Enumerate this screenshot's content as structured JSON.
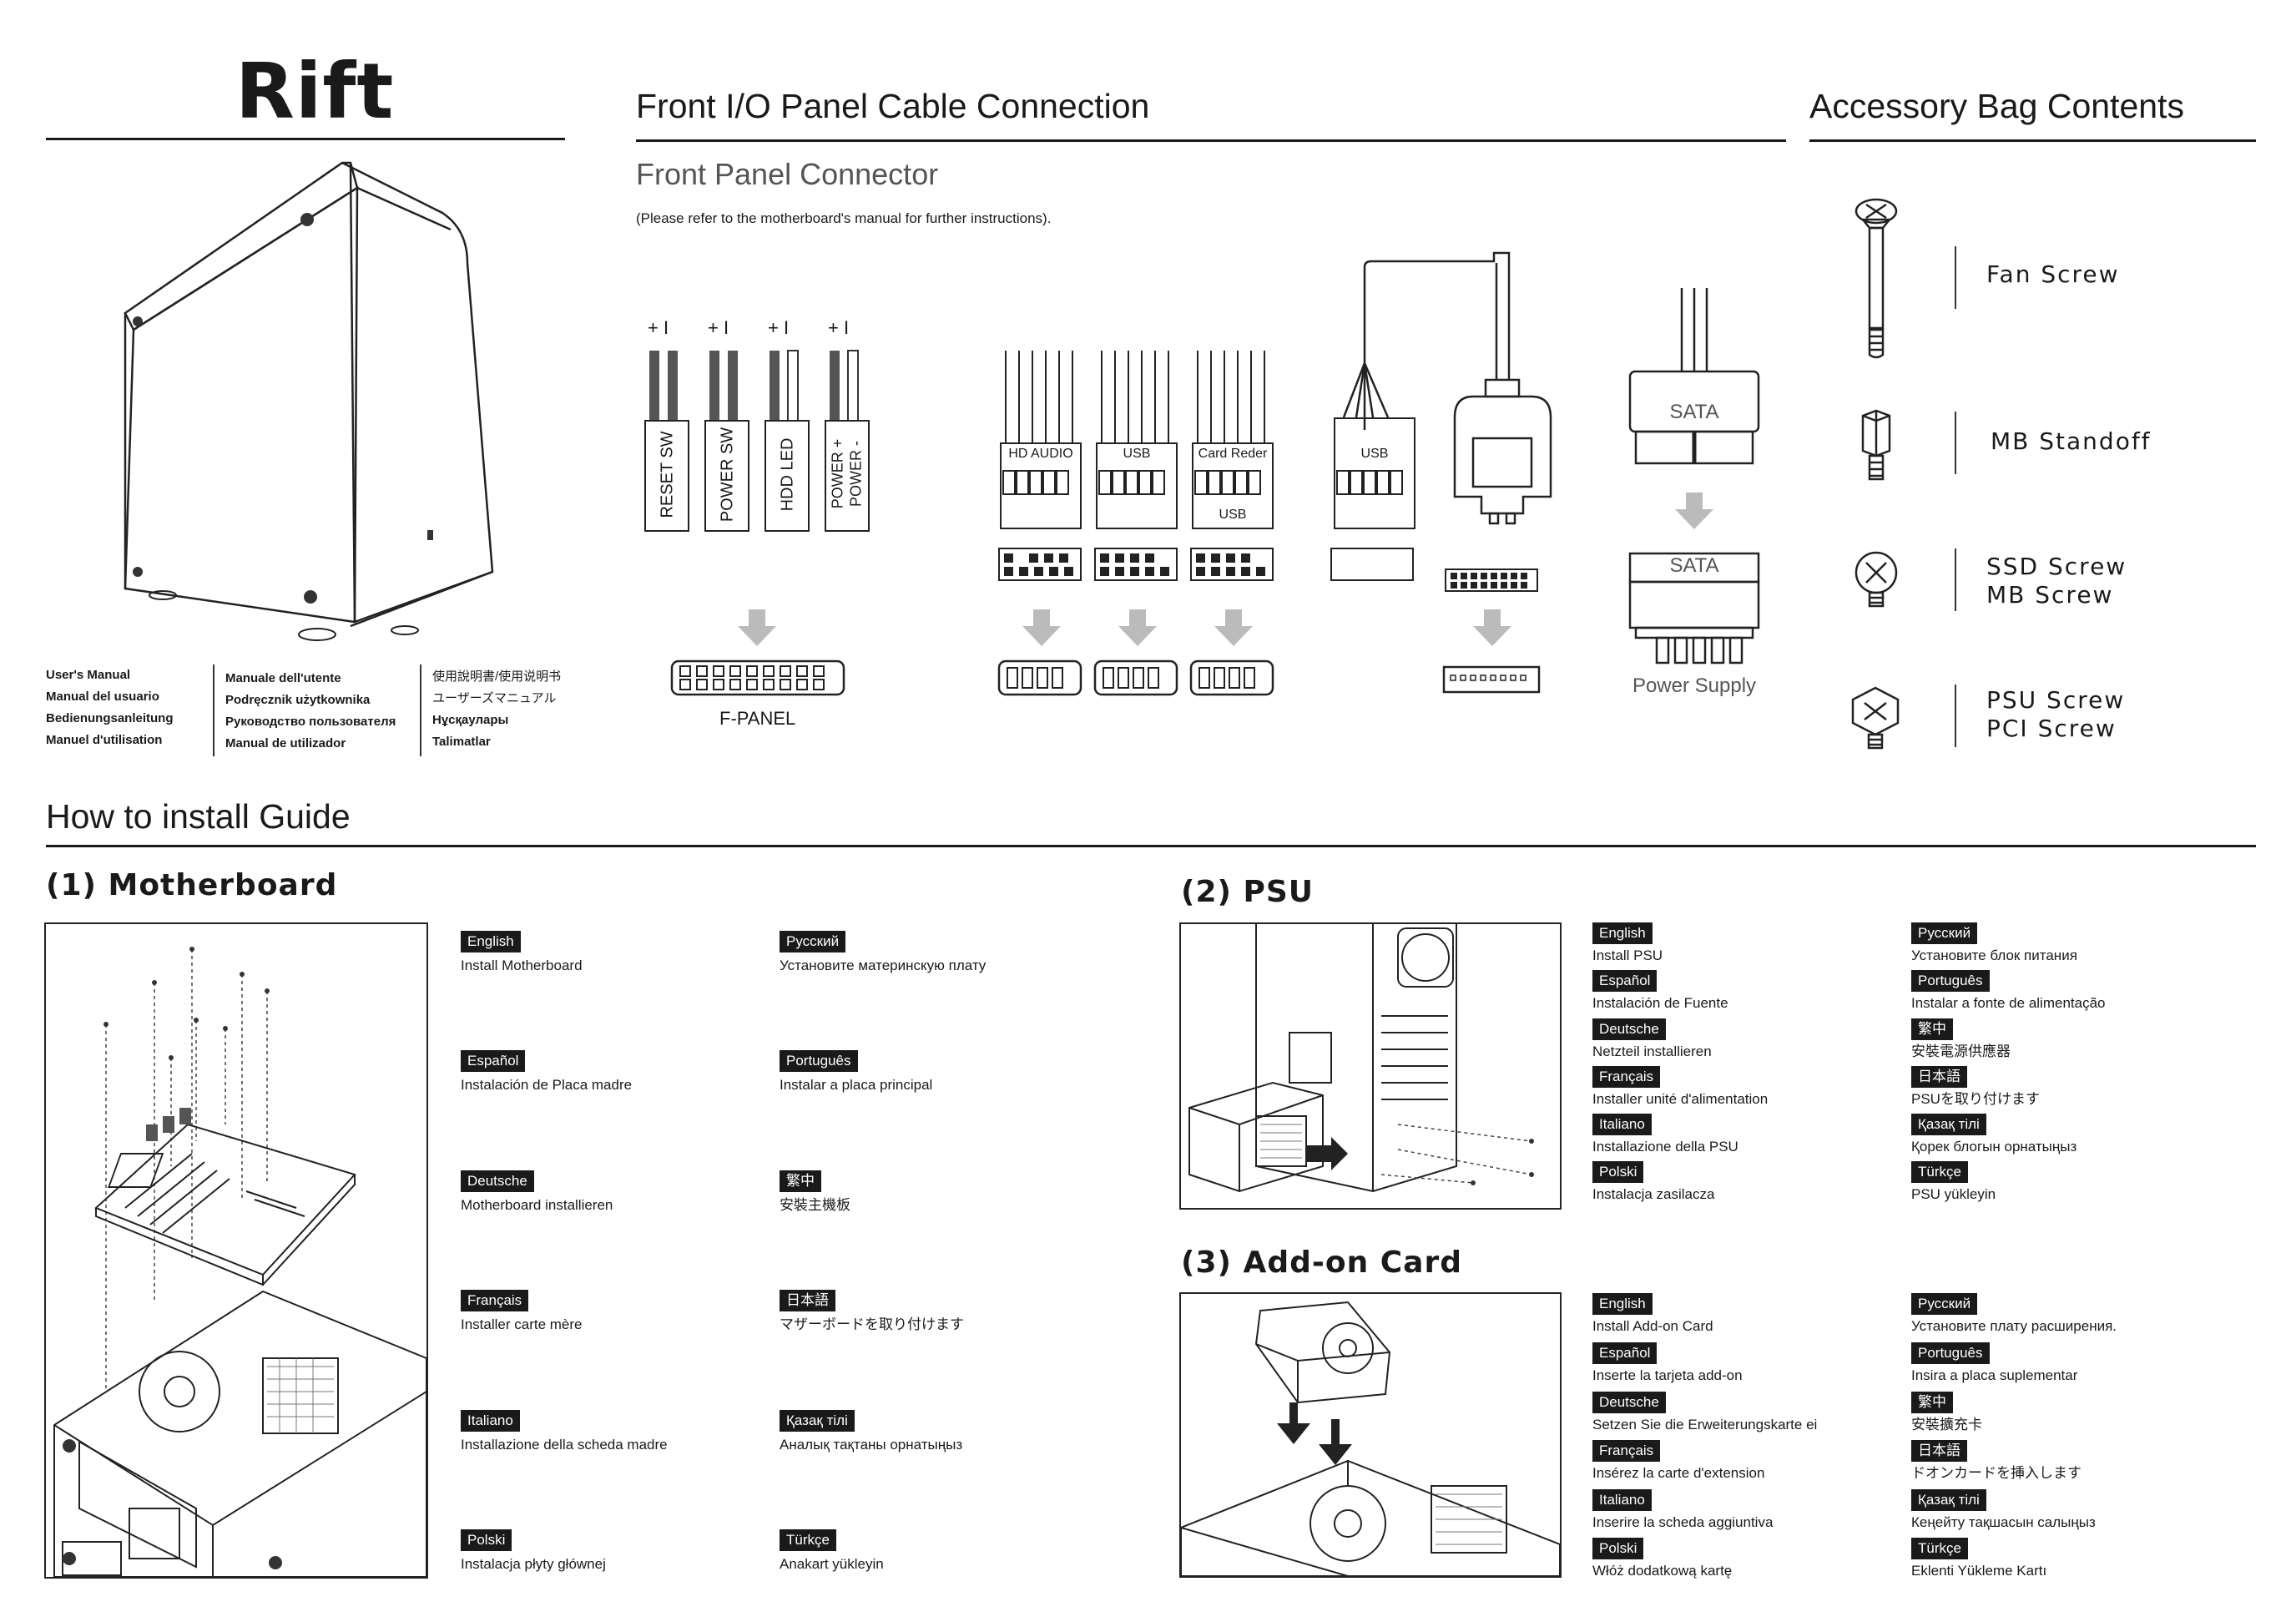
{
  "brand": "Rift",
  "manual_columns": [
    [
      "User's Manual",
      "Manual del usuario",
      "Bedienungsanleitung",
      "Manuel d'utilisation"
    ],
    [
      "Manuale dell'utente",
      "Podręcznik użytkownika",
      "Руководство пользователя",
      "Manual de utilizador"
    ],
    [
      "使用說明書/使用说明书",
      "ユーザーズマニュアル",
      "Нұсқаулары",
      "Talimatlar"
    ]
  ],
  "front_io": {
    "title": "Front I/O Panel Cable Connection",
    "subtitle": "Front Panel Connector",
    "note": "(Please refer to the motherboard's manual for further instructions).",
    "polarity": "+ I",
    "switch_labels": [
      "RESET SW",
      "POWER SW",
      "HDD LED",
      "POWER +",
      "POWER -"
    ],
    "header_labels": [
      "HD AUDIO",
      "USB",
      "Card Reder",
      "USB",
      "USB"
    ],
    "fpanel": "F-PANEL",
    "sata_top": "SATA",
    "sata_bottom": "SATA",
    "power_supply": "Power Supply"
  },
  "accessory": {
    "title": "Accessory Bag Contents",
    "items": [
      {
        "lines": [
          "Fan Screw"
        ],
        "icon": "fan-screw-icon"
      },
      {
        "lines": [
          "MB Standoff"
        ],
        "icon": "mb-standoff-icon"
      },
      {
        "lines": [
          "SSD Screw",
          "MB Screw"
        ],
        "icon": "ssd-screw-icon"
      },
      {
        "lines": [
          "PSU Screw",
          "PCI Screw"
        ],
        "icon": "psu-screw-icon"
      }
    ]
  },
  "install": {
    "title": "How to install Guide",
    "motherboard": {
      "title": "(1) Motherboard",
      "left": [
        {
          "lang": "English",
          "text": "Install Motherboard"
        },
        {
          "lang": "Español",
          "text": "Instalación de Placa madre"
        },
        {
          "lang": "Deutsche",
          "text": "Motherboard installieren"
        },
        {
          "lang": "Français",
          "text": "Installer carte mère"
        },
        {
          "lang": "Italiano",
          "text": "Installazione della scheda madre"
        },
        {
          "lang": "Polski",
          "text": "Instalacja płyty głównej"
        }
      ],
      "right": [
        {
          "lang": "Русский",
          "text": "Установите материнскую плату"
        },
        {
          "lang": "Português",
          "text": "Instalar a placa principal"
        },
        {
          "lang": "繁中",
          "text": "安裝主機板"
        },
        {
          "lang": "日本語",
          "text": "マザーボードを取り付けます"
        },
        {
          "lang": "Қазақ тілі",
          "text": "Аналық тақтаны орнатыңыз"
        },
        {
          "lang": "Türkçe",
          "text": "Anakart yükleyin"
        }
      ]
    },
    "psu": {
      "title": "(2) PSU",
      "left": [
        {
          "lang": "English",
          "text": "Install PSU"
        },
        {
          "lang": "Español",
          "text": "Instalación de Fuente"
        },
        {
          "lang": "Deutsche",
          "text": "Netzteil installieren"
        },
        {
          "lang": "Français",
          "text": "Installer unité d'alimentation"
        },
        {
          "lang": "Italiano",
          "text": "Installazione della PSU"
        },
        {
          "lang": "Polski",
          "text": "Instalacja zasilacza"
        }
      ],
      "right": [
        {
          "lang": "Русский",
          "text": "Установите блок питания"
        },
        {
          "lang": "Português",
          "text": "Instalar a fonte de alimentação"
        },
        {
          "lang": "繁中",
          "text": "安裝電源供應器"
        },
        {
          "lang": "日本語",
          "text": "PSUを取り付けます"
        },
        {
          "lang": "Қазақ тілі",
          "text": "Қорек блогын орнатыңыз"
        },
        {
          "lang": "Türkçe",
          "text": "PSU yükleyin"
        }
      ]
    },
    "addon": {
      "title": "(3) Add-on Card",
      "left": [
        {
          "lang": "English",
          "text": "Install Add-on Card"
        },
        {
          "lang": "Español",
          "text": "Inserte la tarjeta add-on"
        },
        {
          "lang": "Deutsche",
          "text": "Setzen Sie die Erweiterungskarte ei"
        },
        {
          "lang": "Français",
          "text": "Insérez la carte d'extension"
        },
        {
          "lang": "Italiano",
          "text": "Inserire la scheda aggiuntiva"
        },
        {
          "lang": "Polski",
          "text": "Włóż dodatkową kartę"
        }
      ],
      "right": [
        {
          "lang": "Русский",
          "text": "Установите плату расширения."
        },
        {
          "lang": "Português",
          "text": "Insira a placa suplementar"
        },
        {
          "lang": "繁中",
          "text": "安裝擴充卡"
        },
        {
          "lang": "日本語",
          "text": "ドオンカードを挿入します"
        },
        {
          "lang": "Қазақ тілі",
          "text": "Кеңейту тақшасын салыңыз"
        },
        {
          "lang": "Türkçe",
          "text": "Eklenti Yükleme Kartı"
        }
      ]
    }
  }
}
